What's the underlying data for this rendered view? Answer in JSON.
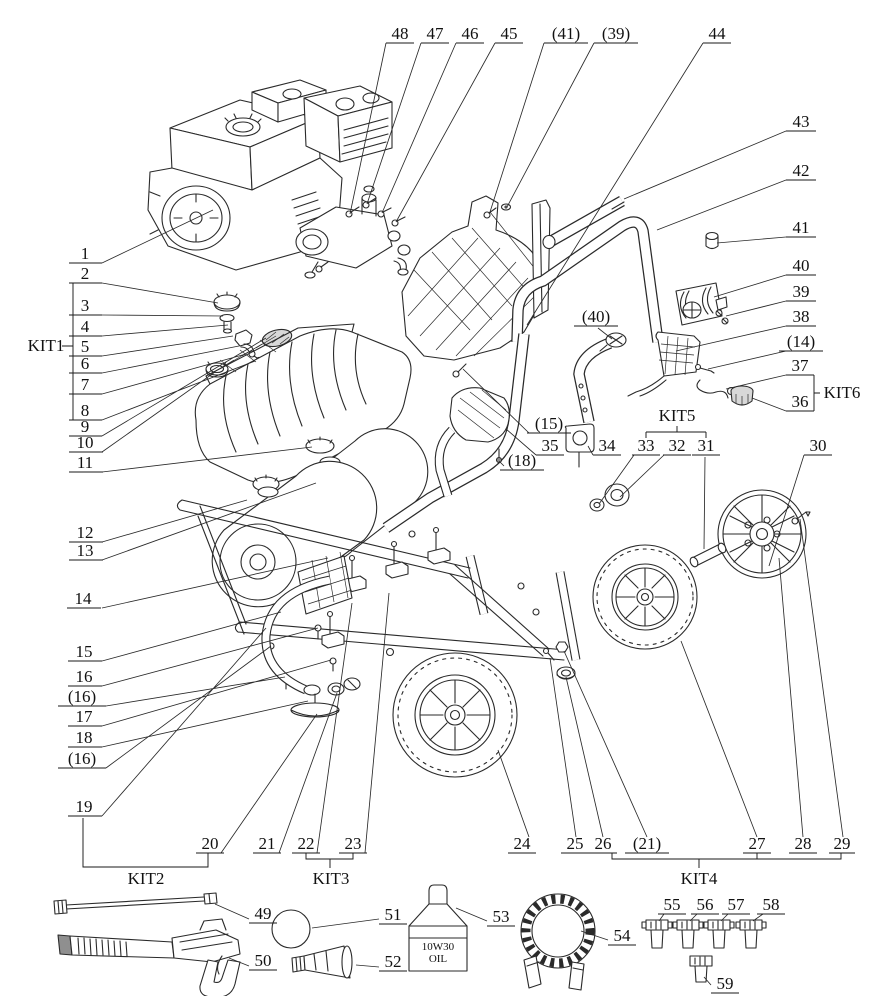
{
  "diagram": {
    "type": "exploded-parts-diagram",
    "subject": "gas pressure washer parts breakdown",
    "colors": {
      "line": "#2a2a2a",
      "background": "#ffffff",
      "text": "#111111"
    },
    "callouts": {
      "n1": "1",
      "n2": "2",
      "n3": "3",
      "n4": "4",
      "n5": "5",
      "n6": "6",
      "n7": "7",
      "n8": "8",
      "n9": "9",
      "n10": "10",
      "n11": "11",
      "n12": "12",
      "n13": "13",
      "n14": "14",
      "n15": "15",
      "n16": "16",
      "n17": "17",
      "n18": "18",
      "n19": "19",
      "n20": "20",
      "n21": "21",
      "n22": "22",
      "n23": "23",
      "n24": "24",
      "n25": "25",
      "n26": "26",
      "n27": "27",
      "n28": "28",
      "n29": "29",
      "n30": "30",
      "n31": "31",
      "n32": "32",
      "n33": "33",
      "n34": "34",
      "n35": "35",
      "n36": "36",
      "n37": "37",
      "n38": "38",
      "n39": "39",
      "n40": "40",
      "n41": "41",
      "n42": "42",
      "n43": "43",
      "n44": "44",
      "n45": "45",
      "n46": "46",
      "n47": "47",
      "n48": "48",
      "n49": "49",
      "n50": "50",
      "n51": "51",
      "n52": "52",
      "n53": "53",
      "n54": "54",
      "n55": "55",
      "n56": "56",
      "n57": "57",
      "n58": "58",
      "n59": "59",
      "p14": "(14)",
      "p15": "(15)",
      "p16a": "(16)",
      "p16b": "(16)",
      "p18": "(18)",
      "p21": "(21)",
      "p39": "(39)",
      "p40": "(40)",
      "p41": "(41)"
    },
    "kits": {
      "kit1": "KIT1",
      "kit2": "KIT2",
      "kit3": "KIT3",
      "kit4": "KIT4",
      "kit5": "KIT5",
      "kit6": "KIT6"
    },
    "oil_bottle": {
      "line1": "10W30",
      "line2": "OIL"
    }
  }
}
